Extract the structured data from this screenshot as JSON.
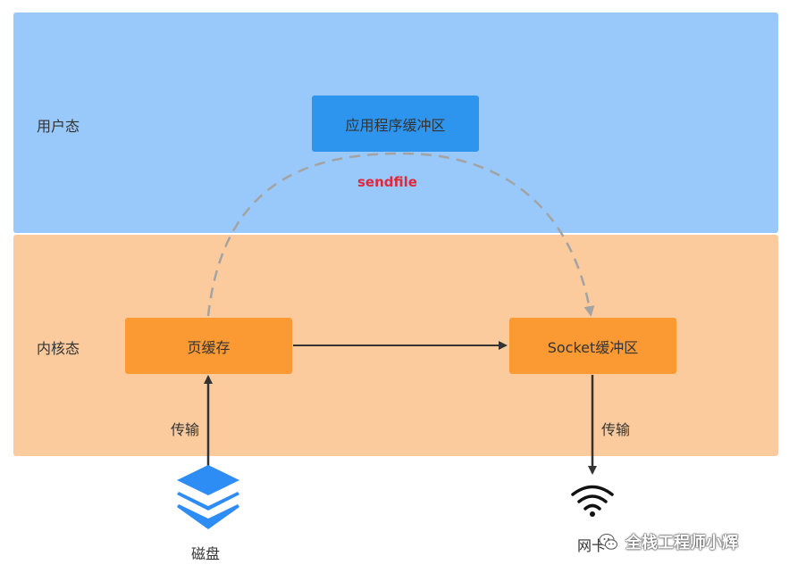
{
  "zones": {
    "user_label": "用户态",
    "kernel_label": "内核态"
  },
  "boxes": {
    "app_buffer": "应用程序缓冲区",
    "page_cache": "页缓存",
    "socket_buffer": "Socket缓冲区"
  },
  "arrows": {
    "sendfile_label": "sendfile",
    "transfer_left": "传输",
    "transfer_right": "传输"
  },
  "devices": {
    "disk_label": "磁盘",
    "nic_label": "网卡"
  },
  "watermark": "全栈工程师小辉",
  "colors": {
    "user_zone": "#99c9fb",
    "kernel_zone": "#fbcb9d",
    "app_box": "#2e95ef",
    "kernel_box": "#fb9a33",
    "sendfile_text": "#e0283a",
    "disk_icon": "#2e8cf5"
  },
  "icons": {
    "disk": "layers-stack-icon",
    "nic": "wifi-icon",
    "watermark": "wechat-icon"
  }
}
